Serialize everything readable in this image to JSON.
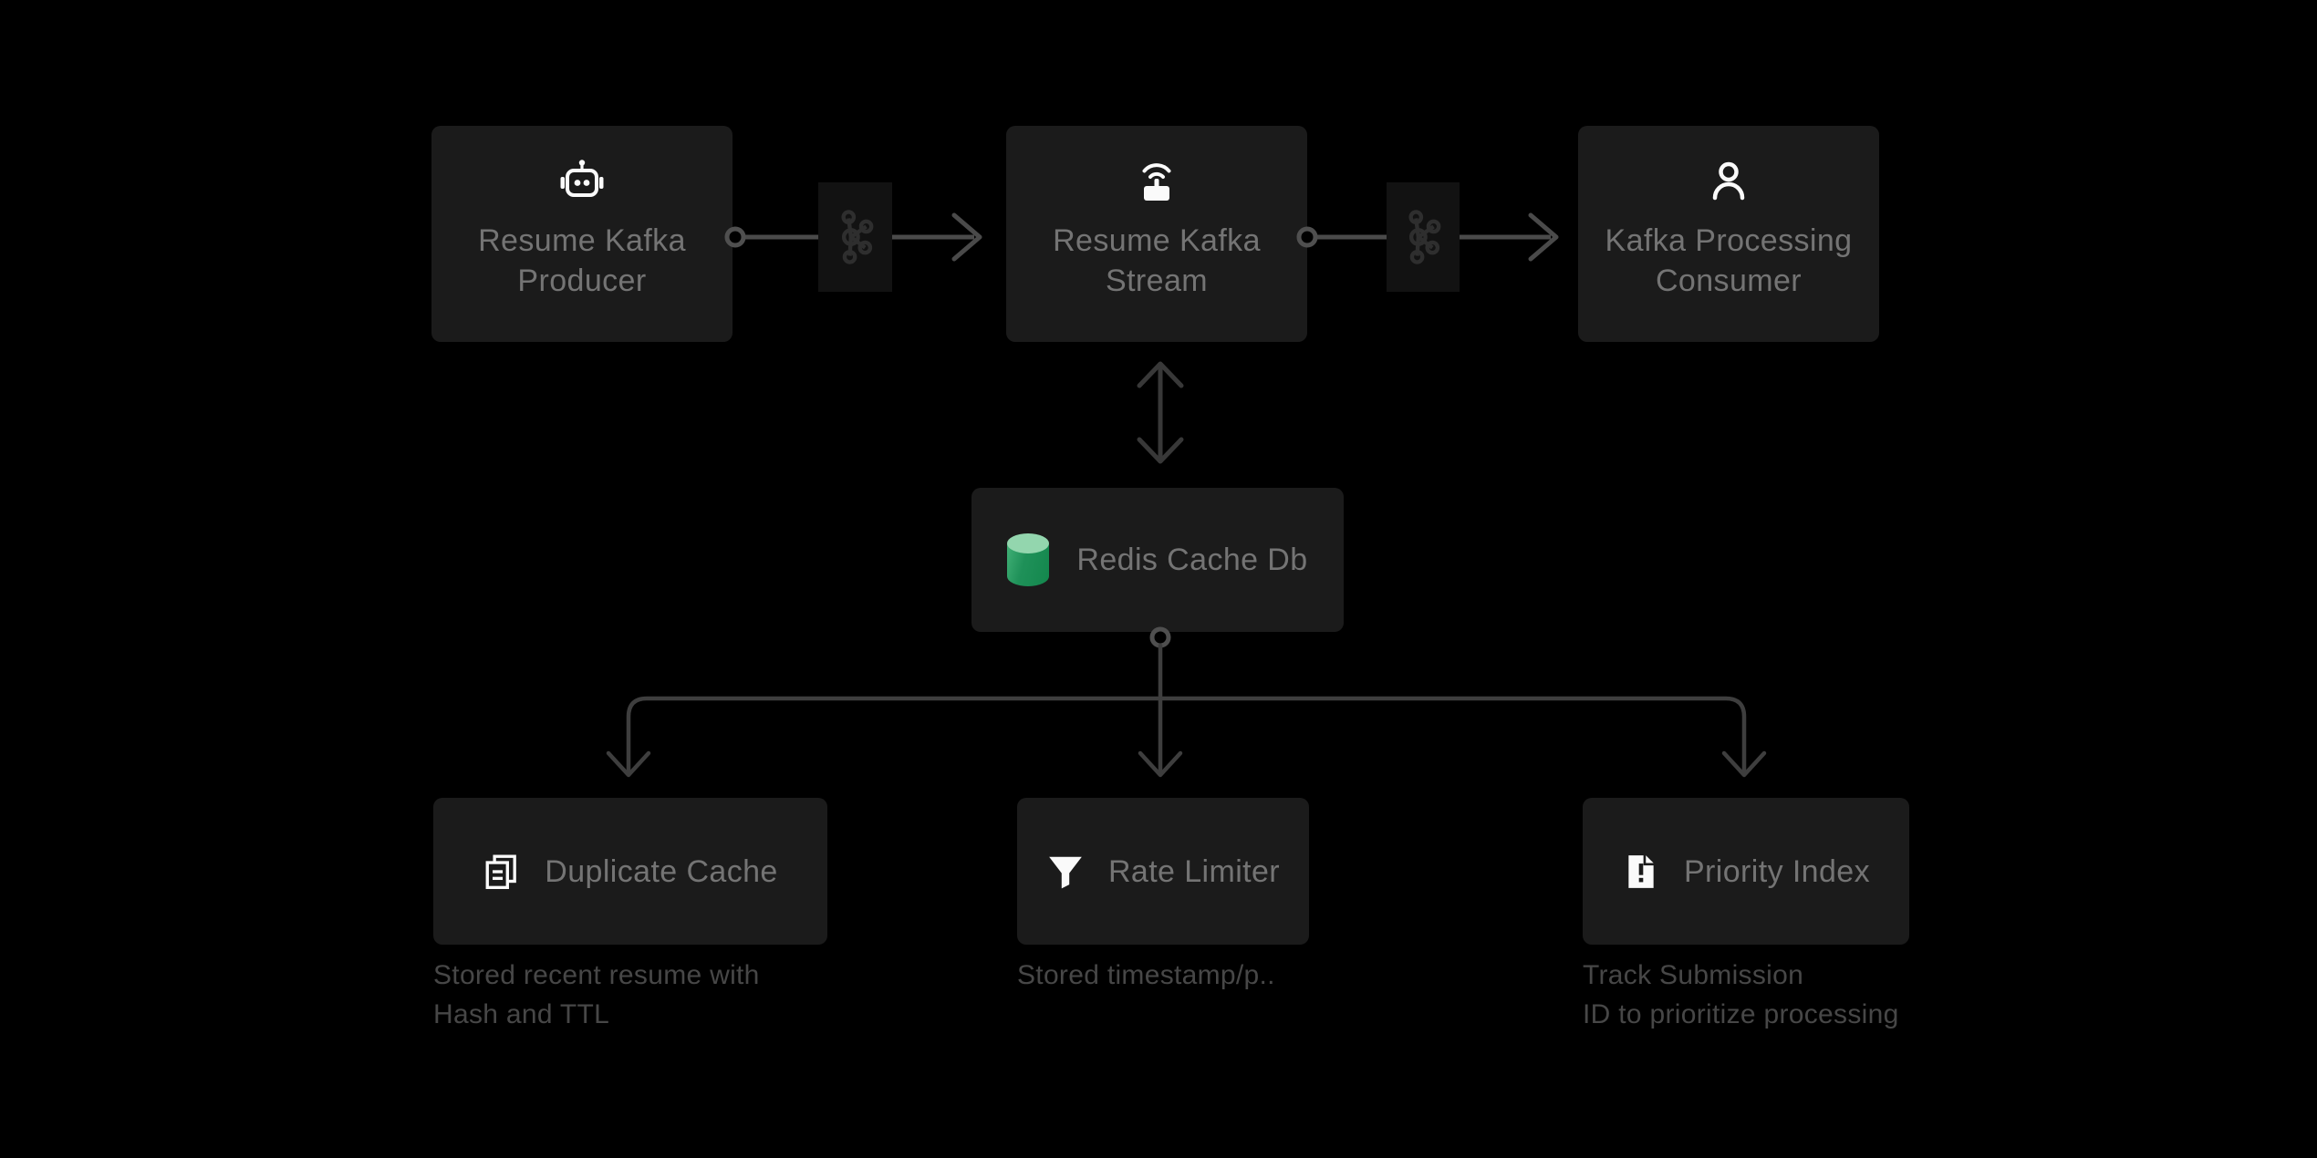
{
  "diagram": {
    "background_color": "#000000",
    "nodes": {
      "producer": {
        "label": "Resume Kafka Producer",
        "icon": "robot-icon"
      },
      "stream": {
        "label": "Resume Kafka Stream",
        "icon": "broadcast-icon"
      },
      "consumer": {
        "label": "Kafka Processing Consumer",
        "icon": "person-icon"
      },
      "redis": {
        "label": "Redis Cache Db",
        "icon": "database-cylinder-icon"
      },
      "duplicate": {
        "label": "Duplicate Cache",
        "icon": "copy-icon",
        "caption": [
          "Stored recent resume with",
          "Hash and TTL"
        ]
      },
      "ratelimiter": {
        "label": "Rate Limiter",
        "icon": "filter-funnel-icon",
        "caption": [
          "Stored timestamp/p.."
        ]
      },
      "priority": {
        "label": "Priority Index",
        "icon": "alert-document-icon",
        "caption": [
          "Track Submission",
          "ID to prioritize processing"
        ]
      }
    },
    "edges": [
      {
        "from": "Resume Kafka Producer",
        "to": "Resume Kafka Stream",
        "via": "kafka-logo-icon",
        "direction": "one-way"
      },
      {
        "from": "Resume Kafka Stream",
        "to": "Kafka Processing Consumer",
        "via": "kafka-logo-icon",
        "direction": "one-way"
      },
      {
        "from": "Resume Kafka Stream",
        "to": "Redis Cache Db",
        "direction": "two-way"
      },
      {
        "from": "Redis Cache Db",
        "to": "Duplicate Cache",
        "direction": "one-way"
      },
      {
        "from": "Redis Cache Db",
        "to": "Rate Limiter",
        "direction": "one-way"
      },
      {
        "from": "Redis Cache Db",
        "to": "Priority Index",
        "direction": "one-way"
      }
    ],
    "colors": {
      "node_bg": "#1b1b1b",
      "node_label": "#747474",
      "caption_text": "#474747",
      "edge_line": "#4a4a4a",
      "tree_line": "#3e3e3e",
      "double_arrow": "#383838",
      "icon_white": "#fafafa",
      "kafka_tile_bg": "#121212",
      "kafka_logo": "#2e2e2e",
      "redis_cylinder_top": "#93d6ae",
      "redis_cylinder_body": "#1f9159"
    }
  }
}
